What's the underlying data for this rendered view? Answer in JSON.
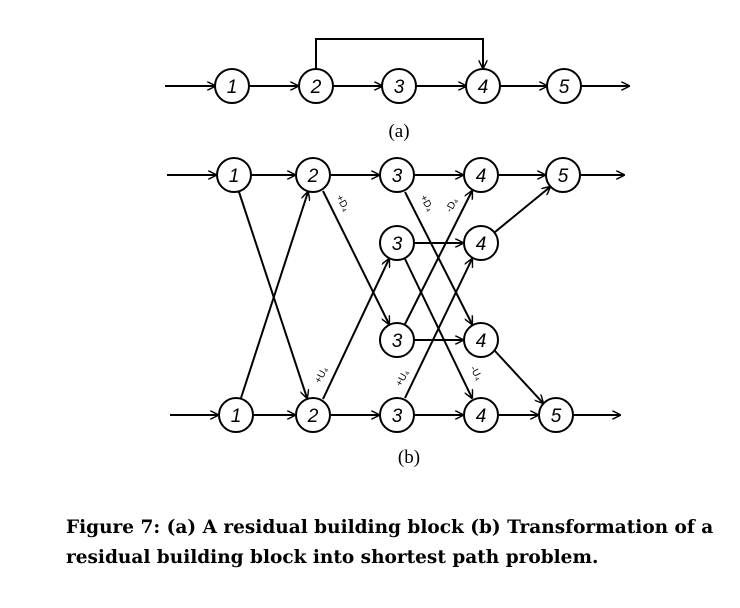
{
  "figure": {
    "label_a": "(a)",
    "label_b": "(b)",
    "caption": "Figure 7: (a) A residual building block (b) Transformation of a residual building block into shortest path problem."
  },
  "diagram_a": {
    "nodes": [
      "1",
      "2",
      "3",
      "4",
      "5"
    ],
    "edges": [
      [
        "in",
        "1"
      ],
      [
        "1",
        "2"
      ],
      [
        "2",
        "3"
      ],
      [
        "3",
        "4"
      ],
      [
        "4",
        "5"
      ],
      [
        "5",
        "out"
      ],
      [
        "2",
        "4"
      ]
    ]
  },
  "diagram_b": {
    "nodes": [
      {
        "id": "t1",
        "text": "1"
      },
      {
        "id": "t2",
        "text": "2"
      },
      {
        "id": "t3",
        "text": "3"
      },
      {
        "id": "t4",
        "text": "4"
      },
      {
        "id": "t5",
        "text": "5"
      },
      {
        "id": "m3a",
        "text": "3"
      },
      {
        "id": "m4a",
        "text": "4"
      },
      {
        "id": "m3b",
        "text": "3"
      },
      {
        "id": "m4b",
        "text": "4"
      },
      {
        "id": "b1",
        "text": "1"
      },
      {
        "id": "b2",
        "text": "2"
      },
      {
        "id": "b3",
        "text": "3"
      },
      {
        "id": "b4",
        "text": "4"
      },
      {
        "id": "b5",
        "text": "5"
      }
    ],
    "edges": [
      [
        "in_t",
        "t1"
      ],
      [
        "t1",
        "t2"
      ],
      [
        "t2",
        "t3"
      ],
      [
        "t3",
        "t4"
      ],
      [
        "t4",
        "t5"
      ],
      [
        "t5",
        "out_t"
      ],
      [
        "in_b",
        "b1"
      ],
      [
        "b1",
        "b2"
      ],
      [
        "b2",
        "b3"
      ],
      [
        "b3",
        "b4"
      ],
      [
        "b4",
        "b5"
      ],
      [
        "b5",
        "out_b"
      ],
      [
        "t1",
        "b2"
      ],
      [
        "b1",
        "t2"
      ],
      [
        "t2",
        "m3b"
      ],
      [
        "b2",
        "m3a"
      ],
      [
        "m3a",
        "m4a"
      ],
      [
        "m3b",
        "m4b"
      ],
      [
        "t3",
        "m4b"
      ],
      [
        "m3b",
        "t4"
      ],
      [
        "m3a",
        "b4"
      ],
      [
        "b3",
        "m4a"
      ],
      [
        "m4a",
        "t5"
      ],
      [
        "m4b",
        "b5"
      ]
    ],
    "edge_labels": [
      "+D₄",
      "+D₄",
      "-D₄",
      "+U₄",
      "+U₄",
      "-U₄"
    ]
  }
}
